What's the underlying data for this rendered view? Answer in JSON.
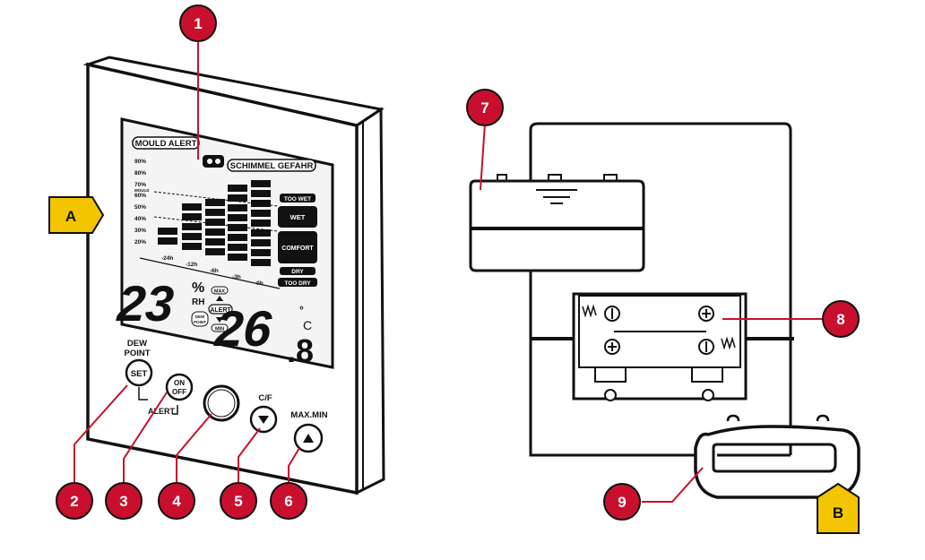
{
  "callouts": {
    "n1": "1",
    "n2": "2",
    "n3": "3",
    "n4": "4",
    "n5": "5",
    "n6": "6",
    "n7": "7",
    "n8": "8",
    "n9": "9",
    "a": "A",
    "b": "B"
  },
  "display": {
    "mould_alert": "MOULD ALERT",
    "schimmel_gefahr": "SCHIMMEL GEFAHR",
    "y_labels": [
      "90%",
      "80%",
      "70%",
      "MOULD",
      "60%",
      "50%",
      "40%",
      "30%",
      "20%"
    ],
    "x_labels": [
      "-24h",
      "-12h",
      "-6h",
      "-3h",
      "-0h"
    ],
    "status": {
      "too_wet": "TOO WET",
      "wet": "WET",
      "comfort": "COMFORT",
      "dry": "DRY",
      "too_dry": "TOO DRY"
    },
    "humidity_value": "23",
    "humidity_unit": "%",
    "humidity_label": "RH",
    "max": "MAX",
    "alert": "ALERT",
    "min": "MIN",
    "dew": "DEW",
    "point": "POINT",
    "temp_int": "26",
    "temp_dec": ".8",
    "temp_unit_deg": "°",
    "temp_unit_c": "C"
  },
  "buttons": {
    "dew": "DEW",
    "point": "POINT",
    "set": "SET",
    "on": "ON",
    "off": "OFF",
    "alert": "ALERT",
    "cf": "C/F",
    "maxmin": "MAX.MIN"
  },
  "colors": {
    "callout_red": "#c8102e",
    "callout_yellow": "#f2c500",
    "ink": "#1a1a1a",
    "lcd": "#f4f4f4"
  }
}
